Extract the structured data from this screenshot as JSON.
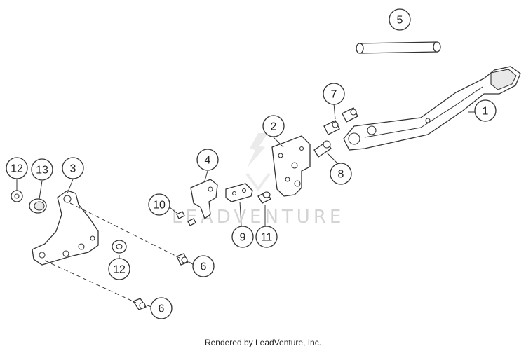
{
  "diagram": {
    "callouts": [
      {
        "id": "c1",
        "label": "1"
      },
      {
        "id": "c2",
        "label": "2"
      },
      {
        "id": "c3",
        "label": "3"
      },
      {
        "id": "c4",
        "label": "4"
      },
      {
        "id": "c5",
        "label": "5"
      },
      {
        "id": "c6a",
        "label": "6"
      },
      {
        "id": "c6b",
        "label": "6"
      },
      {
        "id": "c7",
        "label": "7"
      },
      {
        "id": "c8",
        "label": "8"
      },
      {
        "id": "c9",
        "label": "9"
      },
      {
        "id": "c10",
        "label": "10"
      },
      {
        "id": "c11",
        "label": "11"
      },
      {
        "id": "c12a",
        "label": "12"
      },
      {
        "id": "c12b",
        "label": "12"
      },
      {
        "id": "c13",
        "label": "13"
      }
    ]
  },
  "watermark": {
    "text": "LEADVENTURE"
  },
  "footer": {
    "credit": "Rendered by LeadVenture, Inc."
  }
}
